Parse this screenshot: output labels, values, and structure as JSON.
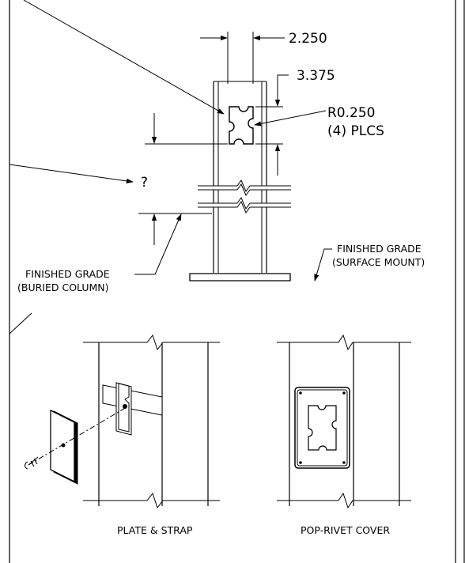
{
  "dimensions": {
    "width_label": "2.250",
    "height_label": "3.375",
    "radius_label": "R0.250",
    "places_label": "(4) PLCS"
  },
  "unknown_marker": "?",
  "grade_notes": {
    "buried": [
      "FINISHED GRADE",
      "(BURIED COLUMN)"
    ],
    "surface": [
      "FINISHED GRADE",
      "(SURFACE MOUNT)"
    ]
  },
  "captions": {
    "left": "PLATE & STRAP",
    "right": "POP-RIVET COVER"
  }
}
